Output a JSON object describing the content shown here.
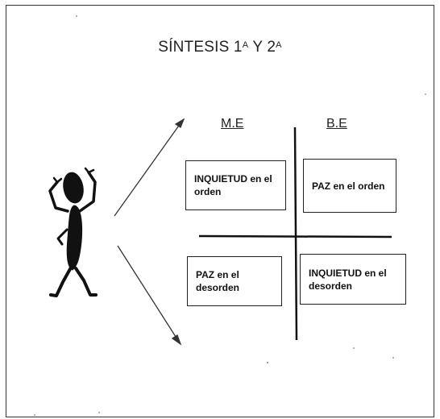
{
  "title": {
    "main": "SÍNTESIS 1",
    "sup1": "A",
    "mid": " Y 2",
    "sup2": "A"
  },
  "columns": {
    "left": "M.E",
    "right": "B.E"
  },
  "quadrants": {
    "top_left": "INQUIETUD en el orden",
    "top_right": "PAZ en el orden",
    "bottom_left": "PAZ en el desorden",
    "bottom_right": "INQUIETUD en el desorden"
  }
}
